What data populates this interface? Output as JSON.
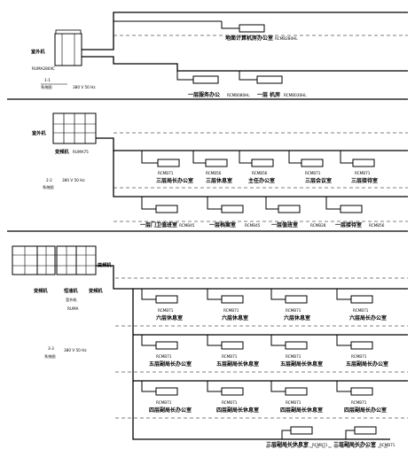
{
  "sections": [
    {
      "id": "system-1",
      "outdoor_label": "室外机",
      "outdoor_model": "RUMA280XC",
      "system_code": "1-1",
      "system_name": "系统图",
      "note": "380 V 50 Hz",
      "rooms": [
        {
          "name": "地面计算机房办公室",
          "model": "RCMB280HL"
        },
        {
          "name": "一层服务办公",
          "model": "RCMB080HL"
        },
        {
          "name": "一层 机房",
          "model": "RCMB036HL"
        }
      ]
    },
    {
      "id": "system-2",
      "outdoor_label": "室外机",
      "outdoor_unit": "变频机",
      "outdoor_model": "RUMA75",
      "system_code": "2-2",
      "system_name": "系统图",
      "note": "380 V 50 Hz",
      "upper_rooms": [
        {
          "name": "三层局长办公室",
          "model": "RCMB71"
        },
        {
          "name": "三层休息室",
          "model": "RCMB56"
        },
        {
          "name": "主任办公室",
          "model": "RCMB56"
        },
        {
          "name": "三层会议室",
          "model": "RCMB71"
        },
        {
          "name": "三层接待室",
          "model": "RCMB71"
        }
      ],
      "lower_rooms": [
        {
          "name": "一层门卫值班室",
          "model": "RCMB45"
        },
        {
          "name": "一层档案室",
          "model": "RCMB45"
        },
        {
          "name": "一层值班室",
          "model": "RCMB28"
        },
        {
          "name": "一层接待室",
          "model": "RCMB56"
        }
      ]
    },
    {
      "id": "system-3",
      "unit_labels": [
        "变频机",
        "恒速机",
        "变频机"
      ],
      "outdoor_label": "室外机",
      "outdoor_model": "RUMA",
      "side_label": "变频机",
      "system_code": "3-3",
      "system_name": "系统图",
      "note": "380 V 50 Hz",
      "rows": [
        {
          "rooms": [
            {
              "name": "六层休息室",
              "model": "RCMB71"
            },
            {
              "name": "六层休息室",
              "model": "RCMB71"
            },
            {
              "name": "六层休息室",
              "model": "RCMB71"
            },
            {
              "name": "六层局长办公室",
              "model": "RCMB71"
            }
          ]
        },
        {
          "rooms": [
            {
              "name": "五层副局长办公室",
              "model": "RCMB71"
            },
            {
              "name": "五层副局长休息室",
              "model": "RCMB71"
            },
            {
              "name": "五层副局长休息室",
              "model": "RCMB71"
            },
            {
              "name": "五层副局长办公室",
              "model": "RCMB71"
            }
          ]
        },
        {
          "rooms": [
            {
              "name": "四层副局长办公室",
              "model": "RCMB71"
            },
            {
              "name": "四层副局长休息室",
              "model": "RCMB71"
            },
            {
              "name": "四层副局长休息室",
              "model": "RCMB71"
            },
            {
              "name": "四层副局长办公室",
              "model": "RCMB71"
            }
          ]
        },
        {
          "rooms": [
            {
              "name": "三层副局长休息室",
              "model": "RCMB71"
            },
            {
              "name": "三层副局长办公室",
              "model": "RCMB71"
            }
          ]
        }
      ]
    }
  ]
}
